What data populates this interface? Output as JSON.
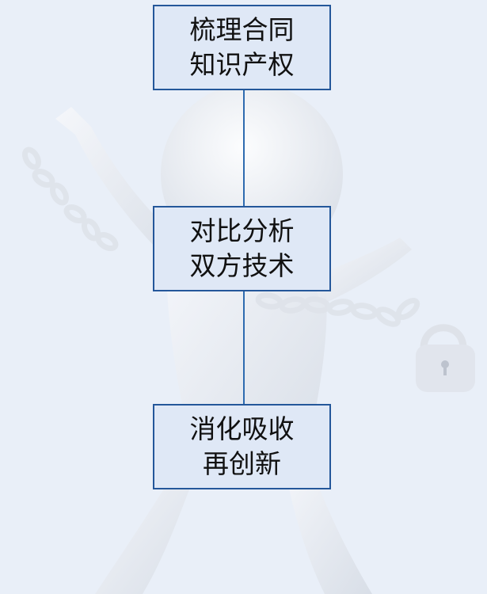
{
  "colors": {
    "background": "#e9eff8",
    "box_fill": "#dfe8f6",
    "box_border": "#24579a",
    "connector": "#2e6bb0",
    "figure": "#f3f5f9"
  },
  "icons": [
    "stick-figure-breaking-chains-icon",
    "broken-chain-icon",
    "padlock-icon"
  ],
  "steps": [
    {
      "line1": "梳理合同",
      "line2": "知识产权"
    },
    {
      "line1": "对比分析",
      "line2": "双方技术"
    },
    {
      "line1": "消化吸收",
      "line2": "再创新"
    }
  ]
}
